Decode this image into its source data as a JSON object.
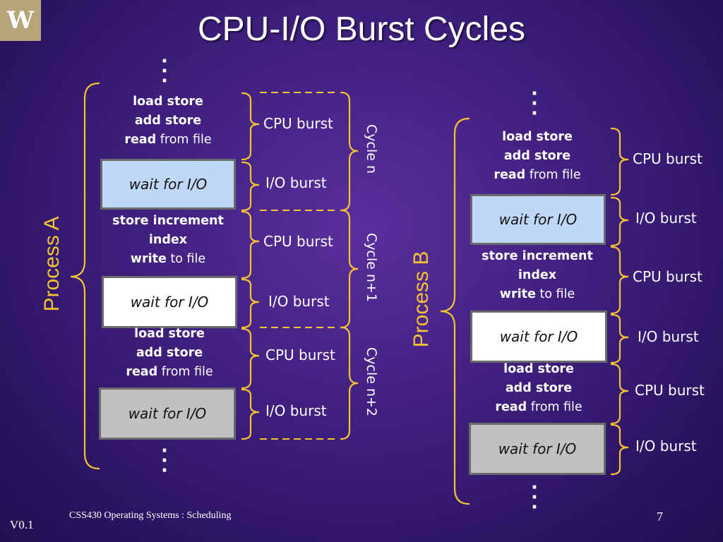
{
  "logo": "W",
  "title": "CPU-I/O Burst Cycles",
  "colors": {
    "bracket": "#f4c430",
    "accent_text": "#f4c430",
    "wait_blue": "#bfd8f7",
    "wait_gray": "#c1c1c1"
  },
  "code": {
    "load_store": "load store",
    "add_store": "add store",
    "read": "read",
    "from_file": " from file",
    "store_increment": "store increment",
    "index": "index",
    "write": "write",
    "to_file": " to file",
    "wait": "wait for I/O"
  },
  "labels": {
    "cpu_burst": "CPU burst",
    "io_burst": "I/O burst",
    "cycle_n": "Cycle n",
    "cycle_n1": "Cycle n+1",
    "cycle_n2": "Cycle n+2",
    "process_a": "Process A",
    "process_b": "Process B"
  },
  "footer": {
    "course": "CSS430 Operating Systems : Scheduling",
    "page": "7",
    "version": "V0.1"
  }
}
